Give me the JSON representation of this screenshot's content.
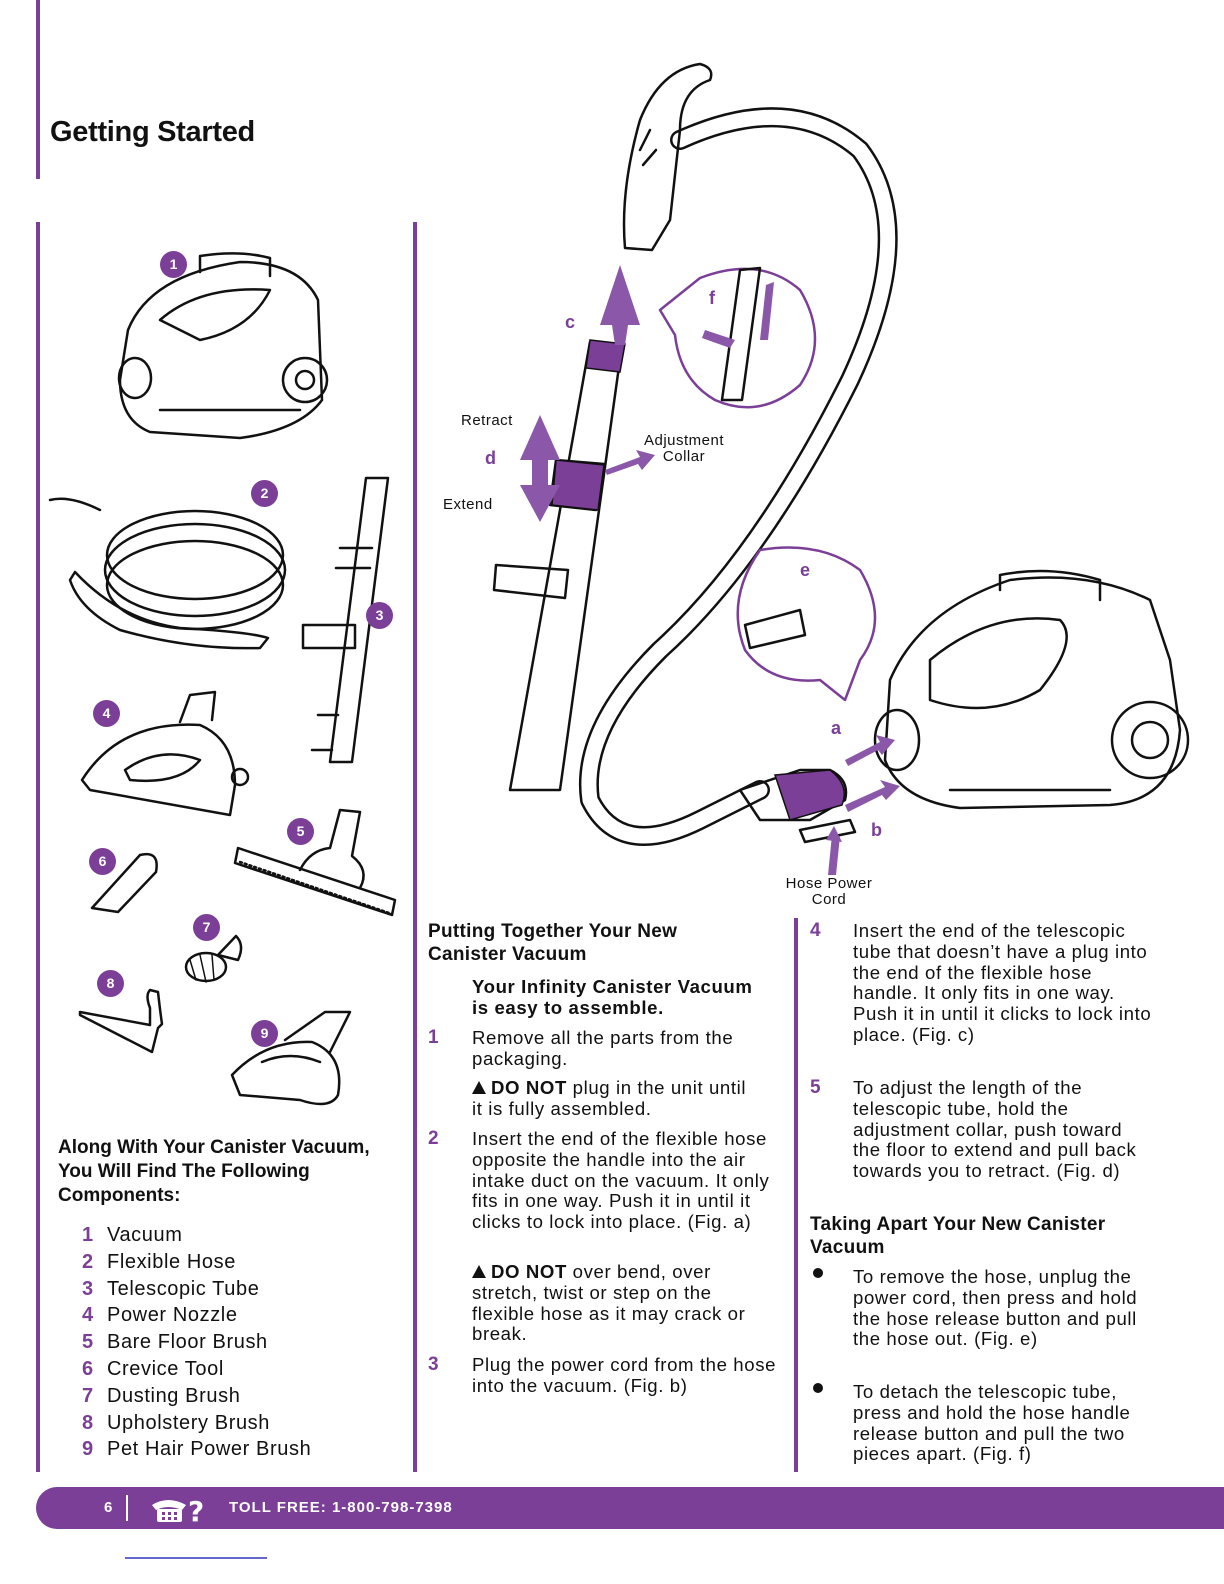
{
  "page": {
    "title": "Getting Started",
    "page_number": "6",
    "toll_free": "TOLL FREE: 1-800-798-7398",
    "accent_color": "#7b3f98"
  },
  "components": {
    "heading": "Along With Your Canister Vacuum, You Will Find The Following Components:",
    "items": [
      {
        "n": "1",
        "label": "Vacuum"
      },
      {
        "n": "2",
        "label": "Flexible Hose"
      },
      {
        "n": "3",
        "label": "Telescopic Tube"
      },
      {
        "n": "4",
        "label": "Power Nozzle"
      },
      {
        "n": "5",
        "label": "Bare Floor Brush"
      },
      {
        "n": "6",
        "label": "Crevice Tool"
      },
      {
        "n": "7",
        "label": "Dusting Brush"
      },
      {
        "n": "8",
        "label": "Upholstery Brush"
      },
      {
        "n": "9",
        "label": "Pet Hair Power Brush"
      }
    ]
  },
  "diagram": {
    "retract": "Retract",
    "extend": "Extend",
    "adjustment_collar": "Adjustment Collar",
    "hose_power_cord": "Hose Power Cord",
    "letters": {
      "a": "a",
      "b": "b",
      "c": "c",
      "d": "d",
      "e": "e",
      "f": "f"
    }
  },
  "assembly": {
    "heading": "Putting Together Your New Canister Vacuum",
    "intro": "Your Infinity Canister Vacuum is easy to assemble.",
    "steps": [
      {
        "n": "1",
        "text": "Remove all the parts from the packaging."
      },
      {
        "n": "2",
        "text": "Insert the end of the flexible hose opposite the handle into the air intake duct on the vacuum. It only fits in one way. Push it in until it clicks to lock into place. (Fig. a)"
      },
      {
        "n": "3",
        "text": "Plug the power cord from the hose into the vacuum. (Fig. b)"
      },
      {
        "n": "4",
        "text": "Insert the end of the telescopic tube that doesn’t have a plug into the end of the flexible hose handle. It only fits in one way. Push it in until it clicks to lock into place. (Fig. c)"
      },
      {
        "n": "5",
        "text": "To adjust the length of the telescopic tube, hold the adjustment collar, push toward the floor to extend and pull back towards you to retract. (Fig. d)"
      }
    ],
    "warning1": {
      "bold": "DO NOT",
      "text": " plug in the unit until it is fully assembled."
    },
    "warning2": {
      "bold": "DO NOT",
      "text": " over bend, over stretch, twist or step on the flexible hose as it may crack or break."
    }
  },
  "disassembly": {
    "heading": "Taking Apart Your New Canister Vacuum",
    "bullets": [
      "To remove the hose, unplug the power cord, then press and hold the hose release button and pull the hose out. (Fig. e)",
      "To detach the telescopic tube, press and hold the hose handle release button and pull the two pieces apart. (Fig. f)"
    ]
  }
}
